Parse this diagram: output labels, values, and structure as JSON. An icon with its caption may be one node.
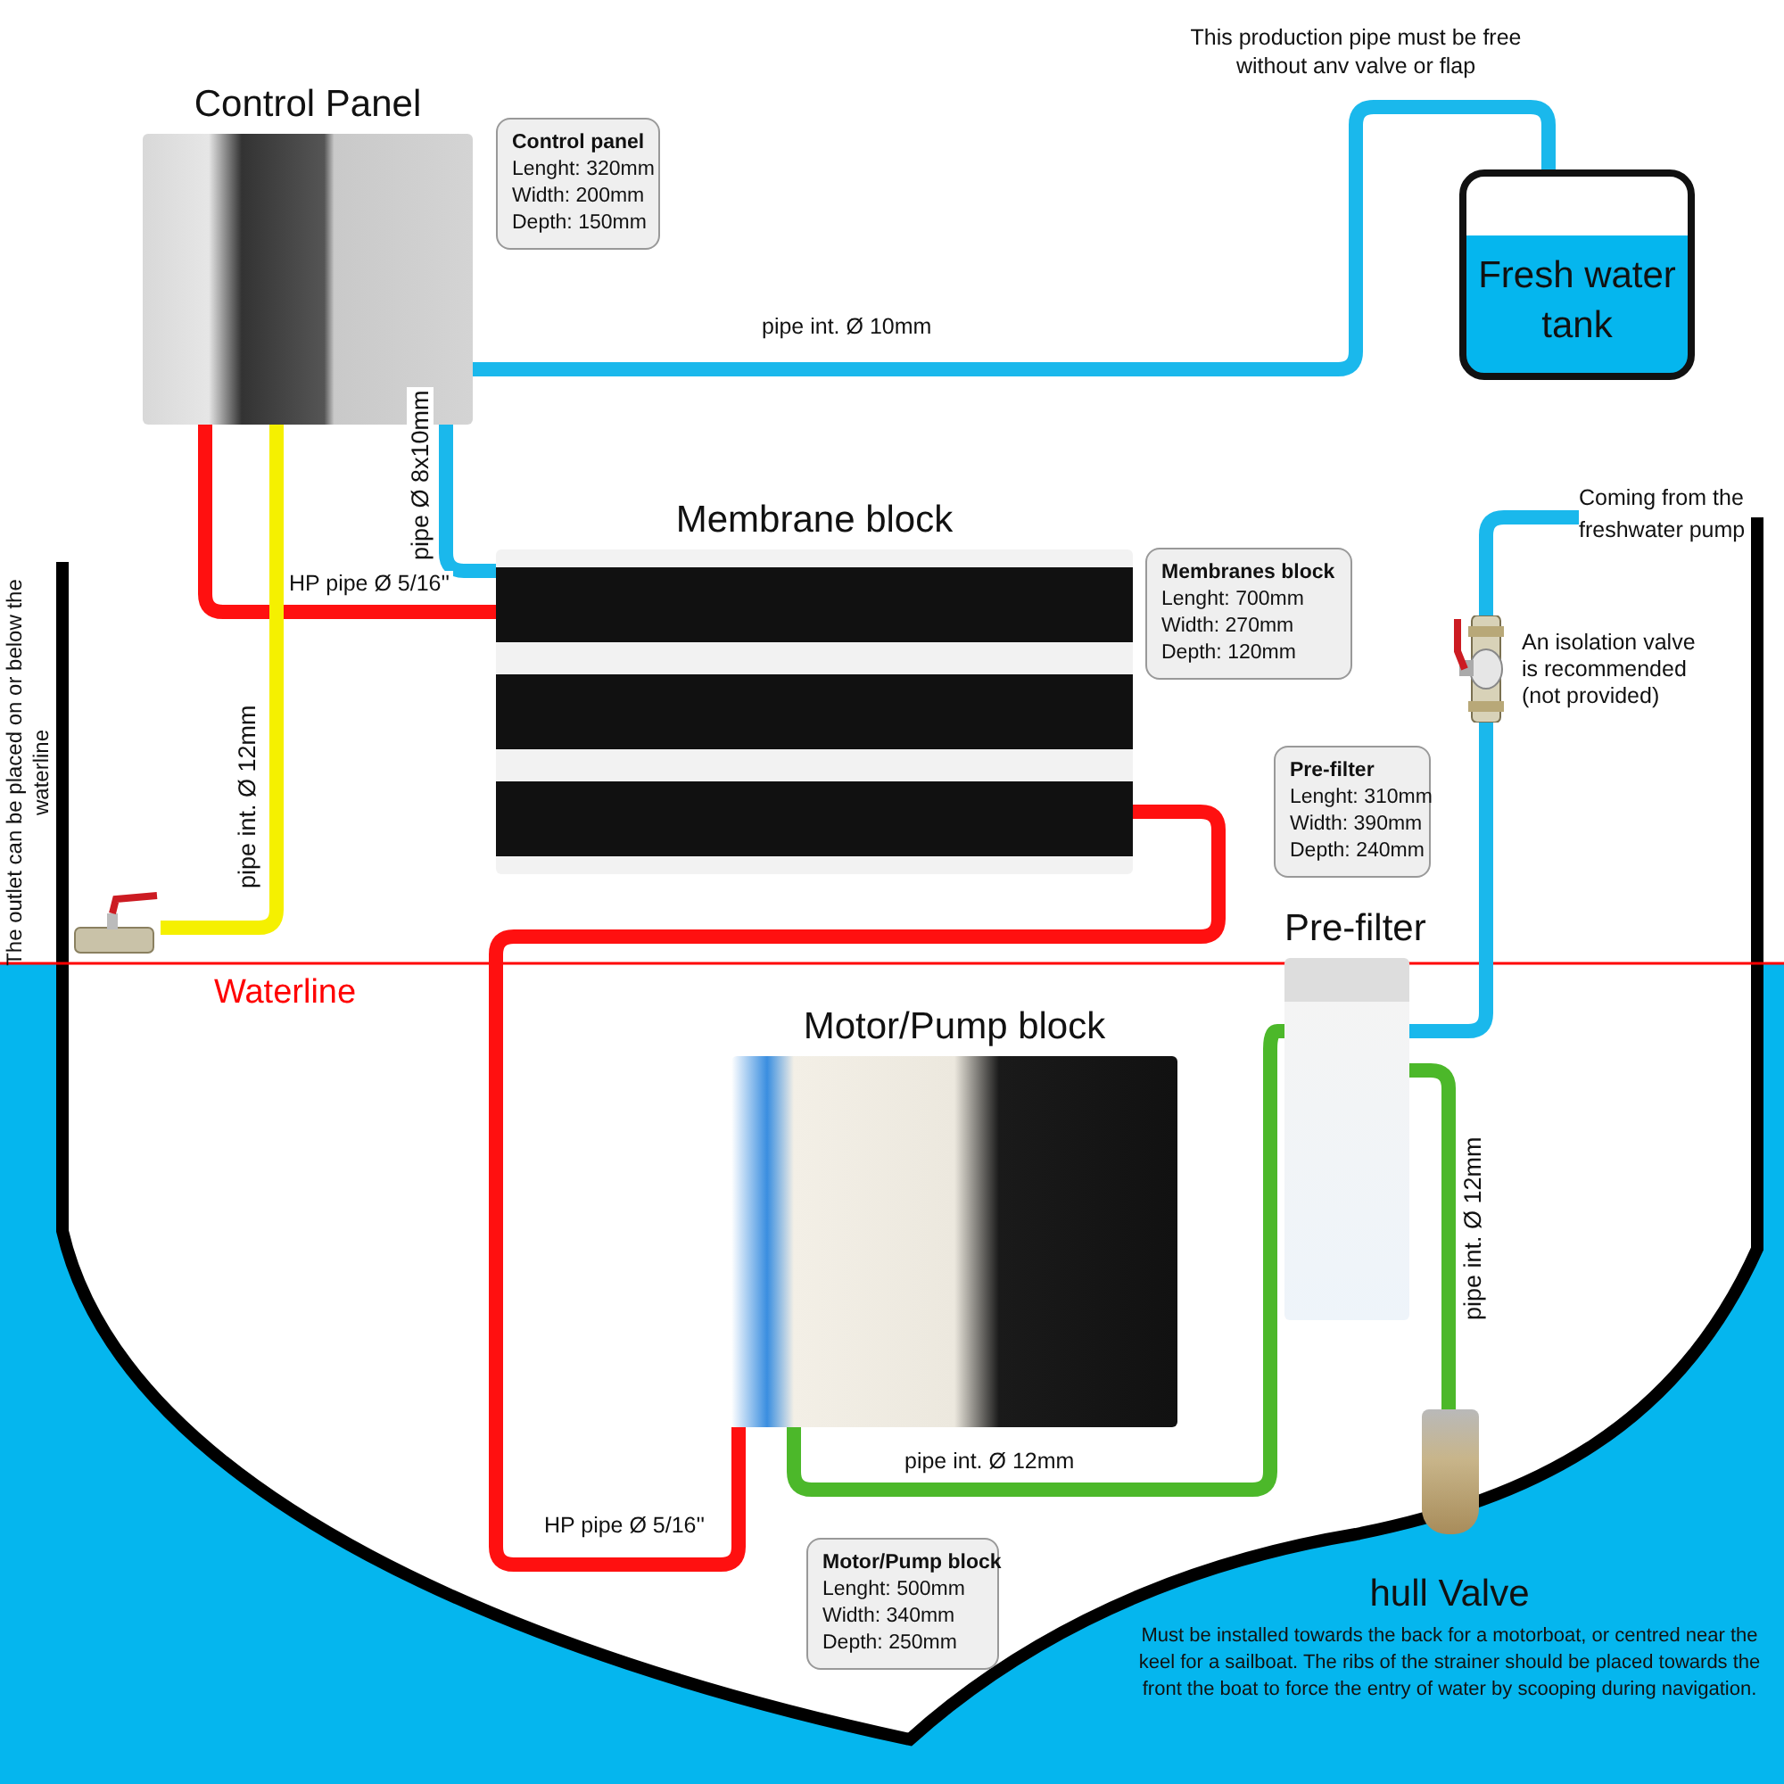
{
  "diagram": {
    "nodes": [
      {
        "text": [
          "Control Panel"
        ]
      },
      {
        "text": [
          "Control panel",
          "Lenght: 320mm",
          "Width: 200mm",
          "Depth: 150mm"
        ]
      },
      {
        "text": [
          "Fresh water tank"
        ]
      },
      {
        "text": [
          "Membrane block"
        ]
      },
      {
        "text": [
          "Membranes block",
          "Lenght: 700mm",
          "Width: 270mm",
          "Depth: 120mm"
        ]
      },
      {
        "text": [
          "Pre-filter",
          "Lenght: 310mm",
          "Width: 390mm",
          "Depth: 240mm"
        ]
      },
      {
        "text": [
          "Pre-filter"
        ]
      },
      {
        "text": [
          "Motor/Pump block"
        ]
      },
      {
        "text": [
          "Motor/Pump block",
          "Lenght: 500mm",
          "Width: 340mm",
          "Depth: 250mm"
        ]
      },
      {
        "text": [
          "hull Valve",
          "Must be installed towards the back for a motorboat, or centred near the keel for a sailboat. The ribs of the strainer should be placed towards the front the boat to force the entry of water by scooping during navigation."
        ]
      },
      {
        "text": [],
        "shape": "picture"
      },
      {
        "text": [],
        "shape": "picture",
        "beside": [
          "An isolation valve is recommended (not provided)"
        ]
      },
      {
        "text": [
          "Coming from the freshwater pump"
        ]
      }
    ],
    "edges": [
      {
        "from": 0,
        "to": 2,
        "arrow": "none",
        "label": "pipe int. Ø 10mm",
        "color": "#1ab8ec"
      },
      {
        "from": 0,
        "to": 3,
        "arrow": "none",
        "label": "pipe Ø 8x10mm",
        "color": "#1ab8ec"
      },
      {
        "from": 0,
        "to": 3,
        "arrow": "none",
        "label": "HP pipe Ø 5/16''",
        "color": "#ff1010"
      },
      {
        "from": 0,
        "to": 10,
        "arrow": "none",
        "label": "pipe int. Ø 12mm",
        "color": "#f5f000"
      },
      {
        "from": 3,
        "to": 7,
        "arrow": "none",
        "label": "HP pipe Ø 5/16''",
        "color": "#ff1010"
      },
      {
        "from": 7,
        "to": 6,
        "arrow": "none",
        "label": "pipe int. Ø 12mm",
        "color": "#4cb82a"
      },
      {
        "from": 6,
        "to": 9,
        "arrow": "none",
        "label": "pipe int. Ø 12mm",
        "color": "#4cb82a"
      },
      {
        "from": 12,
        "to": 11,
        "arrow": "none",
        "color": "#1ab8ec"
      },
      {
        "from": 11,
        "to": 6,
        "arrow": "none",
        "color": "#1ab8ec"
      }
    ],
    "labels": [
      "This production pipe must be free without anv valve or flap",
      "The outlet can be placed on or below the waterline",
      "Waterline"
    ]
  }
}
